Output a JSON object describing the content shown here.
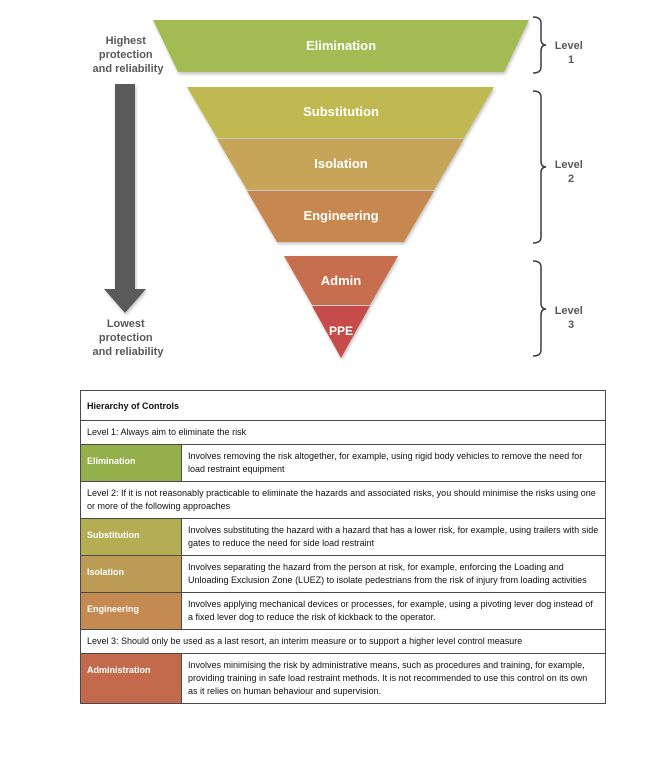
{
  "diagram": {
    "left_top_label": [
      "Highest",
      "protection",
      "and reliability"
    ],
    "left_bottom_label": [
      "Lowest",
      "protection",
      "and reliability"
    ],
    "tiers": [
      {
        "label": "Elimination",
        "color": "#a3bb52"
      },
      {
        "label": "Substitution",
        "color": "#c0b951"
      },
      {
        "label": "Isolation",
        "color": "#c6a458"
      },
      {
        "label": "Engineering",
        "color": "#c6884f"
      },
      {
        "label": "Admin",
        "color": "#c76e4f"
      },
      {
        "label": "PPE",
        "color": "#c64c4c"
      }
    ],
    "levels": [
      {
        "word": "Level",
        "number": "1"
      },
      {
        "word": "Level",
        "number": "2"
      },
      {
        "word": "Level",
        "number": "3"
      }
    ],
    "arrow_color": "#5a5a5a"
  },
  "table": {
    "title": "Hierarchy of Controls",
    "level1_text": "Level 1: Always aim to eliminate the risk",
    "level2_text": "Level 2: If it is not reasonably practicable to eliminate the hazards and associated risks, you should minimise the risks using one or more of the following approaches",
    "level3_text": "Level 3: Should only be used as a last resort, an interim measure or to support a higher level control measure",
    "rows": {
      "elimination": {
        "name": "Elimination",
        "description": "Involves removing the risk altogether, for example, using rigid body vehicles to remove the need for load restraint equipment"
      },
      "substitution": {
        "name": "Substitution",
        "description": "Involves substituting the hazard with a hazard that has a lower risk, for example, using trailers with side gates to reduce the need for side load restraint"
      },
      "isolation": {
        "name": "Isolation",
        "description": "Involves separating the hazard from the person at risk, for example, enforcing the Loading and Unloading Exclusion Zone (LUEZ) to isolate pedestrians from the risk of injury from loading activities"
      },
      "engineering": {
        "name": "Engineering",
        "description": "Involves applying mechanical devices or processes, for example, using a pivoting lever dog instead of a fixed lever dog to reduce the risk of kickback to the operator."
      },
      "administration": {
        "name": "Administration",
        "description": "Involves minimising the risk by administrative means, such as procedures and training, for example, providing training in safe load restraint methods. It is not recommended to use this control on its own as it relies on human behaviour and supervision."
      }
    }
  }
}
